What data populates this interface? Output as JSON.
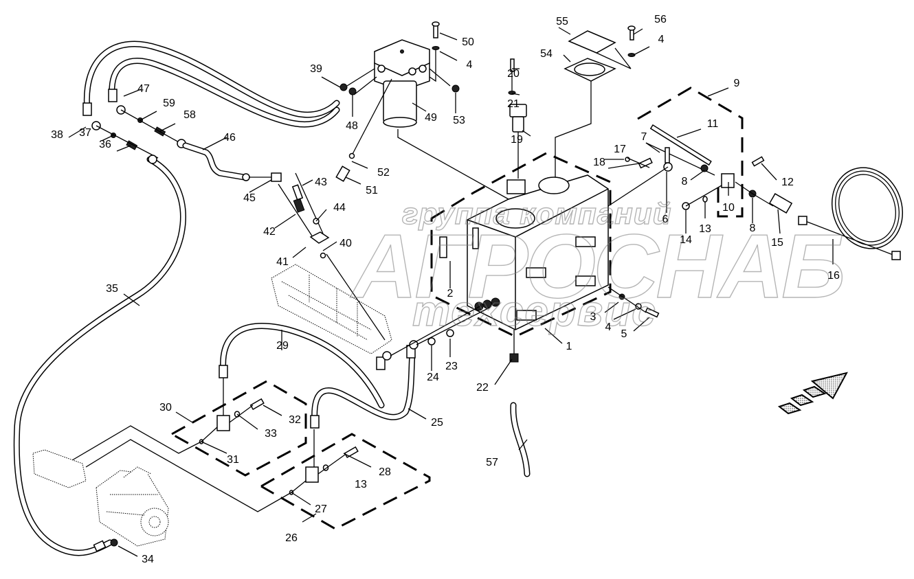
{
  "diagram": {
    "type": "exploded-parts-diagram",
    "subject": "hydraulic tank, filter and hose assembly",
    "watermark": {
      "line1": "группа компаний",
      "line2": "АГРОСНАБ",
      "line3": "техсервис"
    },
    "callouts": [
      {
        "id": "c1",
        "label": "1"
      },
      {
        "id": "c2",
        "label": "2"
      },
      {
        "id": "c3",
        "label": "3"
      },
      {
        "id": "c4a",
        "label": "4"
      },
      {
        "id": "c4b",
        "label": "4"
      },
      {
        "id": "c4c",
        "label": "4"
      },
      {
        "id": "c5",
        "label": "5"
      },
      {
        "id": "c6",
        "label": "6"
      },
      {
        "id": "c7",
        "label": "7"
      },
      {
        "id": "c8a",
        "label": "8"
      },
      {
        "id": "c8b",
        "label": "8"
      },
      {
        "id": "c9",
        "label": "9"
      },
      {
        "id": "c10",
        "label": "10"
      },
      {
        "id": "c11",
        "label": "11"
      },
      {
        "id": "c12",
        "label": "12"
      },
      {
        "id": "c13a",
        "label": "13"
      },
      {
        "id": "c13b",
        "label": "13"
      },
      {
        "id": "c14",
        "label": "14"
      },
      {
        "id": "c15",
        "label": "15"
      },
      {
        "id": "c16",
        "label": "16"
      },
      {
        "id": "c17",
        "label": "17"
      },
      {
        "id": "c18",
        "label": "18"
      },
      {
        "id": "c19",
        "label": "19"
      },
      {
        "id": "c20",
        "label": "20"
      },
      {
        "id": "c21",
        "label": "21"
      },
      {
        "id": "c22",
        "label": "22"
      },
      {
        "id": "c23",
        "label": "23"
      },
      {
        "id": "c24",
        "label": "24"
      },
      {
        "id": "c25",
        "label": "25"
      },
      {
        "id": "c26",
        "label": "26"
      },
      {
        "id": "c27",
        "label": "27"
      },
      {
        "id": "c28",
        "label": "28"
      },
      {
        "id": "c29",
        "label": "29"
      },
      {
        "id": "c30",
        "label": "30"
      },
      {
        "id": "c31",
        "label": "31"
      },
      {
        "id": "c32",
        "label": "32"
      },
      {
        "id": "c33",
        "label": "33"
      },
      {
        "id": "c34",
        "label": "34"
      },
      {
        "id": "c35",
        "label": "35"
      },
      {
        "id": "c36",
        "label": "36"
      },
      {
        "id": "c37",
        "label": "37"
      },
      {
        "id": "c38",
        "label": "38"
      },
      {
        "id": "c39",
        "label": "39"
      },
      {
        "id": "c40",
        "label": "40"
      },
      {
        "id": "c41",
        "label": "41"
      },
      {
        "id": "c42",
        "label": "42"
      },
      {
        "id": "c43",
        "label": "43"
      },
      {
        "id": "c44",
        "label": "44"
      },
      {
        "id": "c45",
        "label": "45"
      },
      {
        "id": "c46",
        "label": "46"
      },
      {
        "id": "c47",
        "label": "47"
      },
      {
        "id": "c48",
        "label": "48"
      },
      {
        "id": "c49",
        "label": "49"
      },
      {
        "id": "c50",
        "label": "50"
      },
      {
        "id": "c51",
        "label": "51"
      },
      {
        "id": "c52",
        "label": "52"
      },
      {
        "id": "c53",
        "label": "53"
      },
      {
        "id": "c54",
        "label": "54"
      },
      {
        "id": "c55",
        "label": "55"
      },
      {
        "id": "c56",
        "label": "56"
      },
      {
        "id": "c57",
        "label": "57"
      },
      {
        "id": "c58",
        "label": "58"
      },
      {
        "id": "c59",
        "label": "59"
      }
    ],
    "direction_arrow": "forward-direction-arrow"
  }
}
